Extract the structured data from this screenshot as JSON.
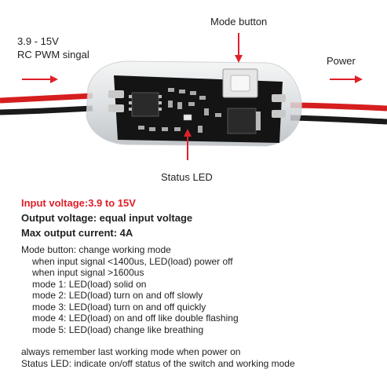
{
  "labels": {
    "input_line1": "3.9 - 15V",
    "input_line2": "RC PWM singal",
    "mode_button": "Mode button",
    "power": "Power",
    "status_led": "Status LED"
  },
  "specs": {
    "input_voltage": "Input voltage:3.9 to 15V",
    "output_voltage": "Output voltage: equal input voltage",
    "max_current": "Max output current: 4A"
  },
  "description": {
    "title": "Mode button: change working mode",
    "lines": [
      "when input signal <1400us, LED(load) power off",
      "when input signal >1600us",
      "mode 1: LED(load) solid on",
      "mode 2: LED(load) turn on and off  slowly",
      "mode 3: LED(load) turn on and off  quickly",
      "mode 4: LED(load) on and off like double flashing",
      "mode 5: LED(load) change like breathing"
    ],
    "footer": [
      "always remember last working mode when power on",
      "Status LED: indicate on/off status of the switch and working mode"
    ]
  },
  "colors": {
    "accent_red": "#e0202a",
    "wire_red": "#d61e1e",
    "wire_black": "#1a1a1a",
    "pcb": "#141414"
  }
}
